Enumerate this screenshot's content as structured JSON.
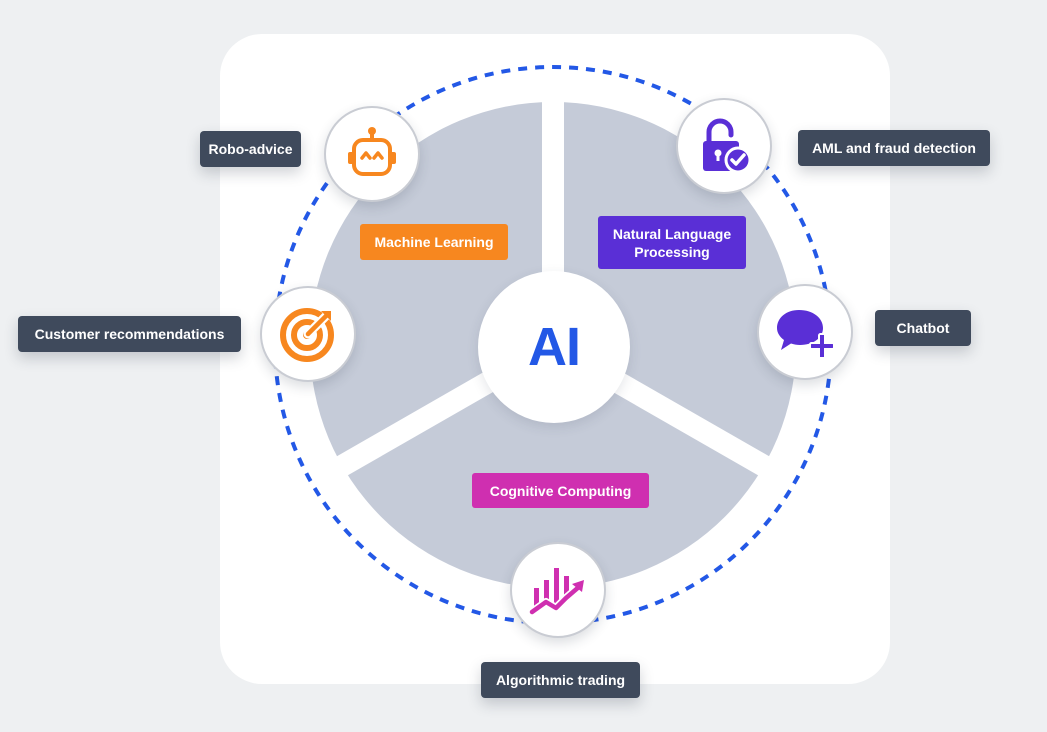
{
  "center": {
    "label": "AI"
  },
  "segments": [
    {
      "label": "Machine Learning",
      "color": "#f7871f"
    },
    {
      "label": "Natural Language Processing",
      "color": "#5a2fd6"
    },
    {
      "label": "Cognitive Computing",
      "color": "#cf2fb0"
    }
  ],
  "applications": [
    {
      "label": "Robo-advice",
      "icon": "robot-icon"
    },
    {
      "label": "AML and fraud detection",
      "icon": "lock-check-icon"
    },
    {
      "label": "Customer recommendations",
      "icon": "target-arrow-icon"
    },
    {
      "label": "Chatbot",
      "icon": "chat-plus-icon"
    },
    {
      "label": "Algorithmic trading",
      "icon": "trading-chart-icon"
    }
  ],
  "colors": {
    "background": "#eef0f2",
    "panel": "#ffffff",
    "segment_fill": "#c5cbd8",
    "dashed_ring": "#2358e6",
    "tag_bg": "#3f4a5c",
    "orange": "#f7871f",
    "purple": "#5a2fd6",
    "magenta": "#cf2fb0"
  }
}
